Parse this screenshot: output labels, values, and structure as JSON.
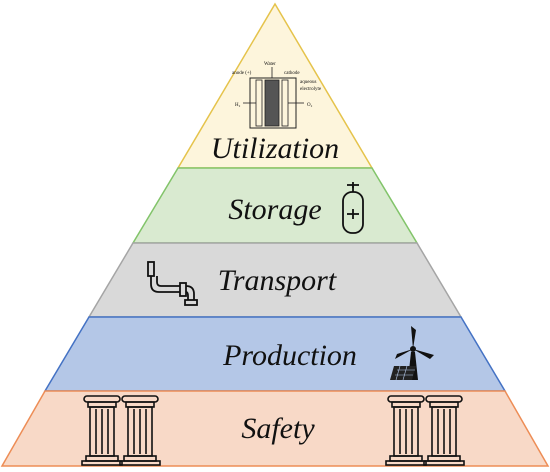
{
  "levels": [
    {
      "key": "utilization",
      "label": "Utilization",
      "fill": "#fdf5dc",
      "stroke": "#e5c34b"
    },
    {
      "key": "storage",
      "label": "Storage",
      "fill": "#d9ead0",
      "stroke": "#82c46a"
    },
    {
      "key": "transport",
      "label": "Transport",
      "fill": "#d9d9d9",
      "stroke": "#a5a5a5"
    },
    {
      "key": "production",
      "label": "Production",
      "fill": "#b4c7e7",
      "stroke": "#4472c4"
    },
    {
      "key": "safety",
      "label": "Safety",
      "fill": "#f8d9c7",
      "stroke": "#ed8d56"
    }
  ],
  "icons": {
    "cell": "electrolysis-cell-icon",
    "storage": "gas-cylinder-icon",
    "transport": "pipe-icon",
    "production": "wind-turbine-solar-icon",
    "safety": "pillar-icon"
  },
  "cell_labels": {
    "water": "Water",
    "anode": "anode (+)",
    "cathode": "cathode",
    "electrolyte_1": "aqueous",
    "electrolyte_2": "electrolyte",
    "h2": "H₂",
    "o2": "O₂"
  }
}
